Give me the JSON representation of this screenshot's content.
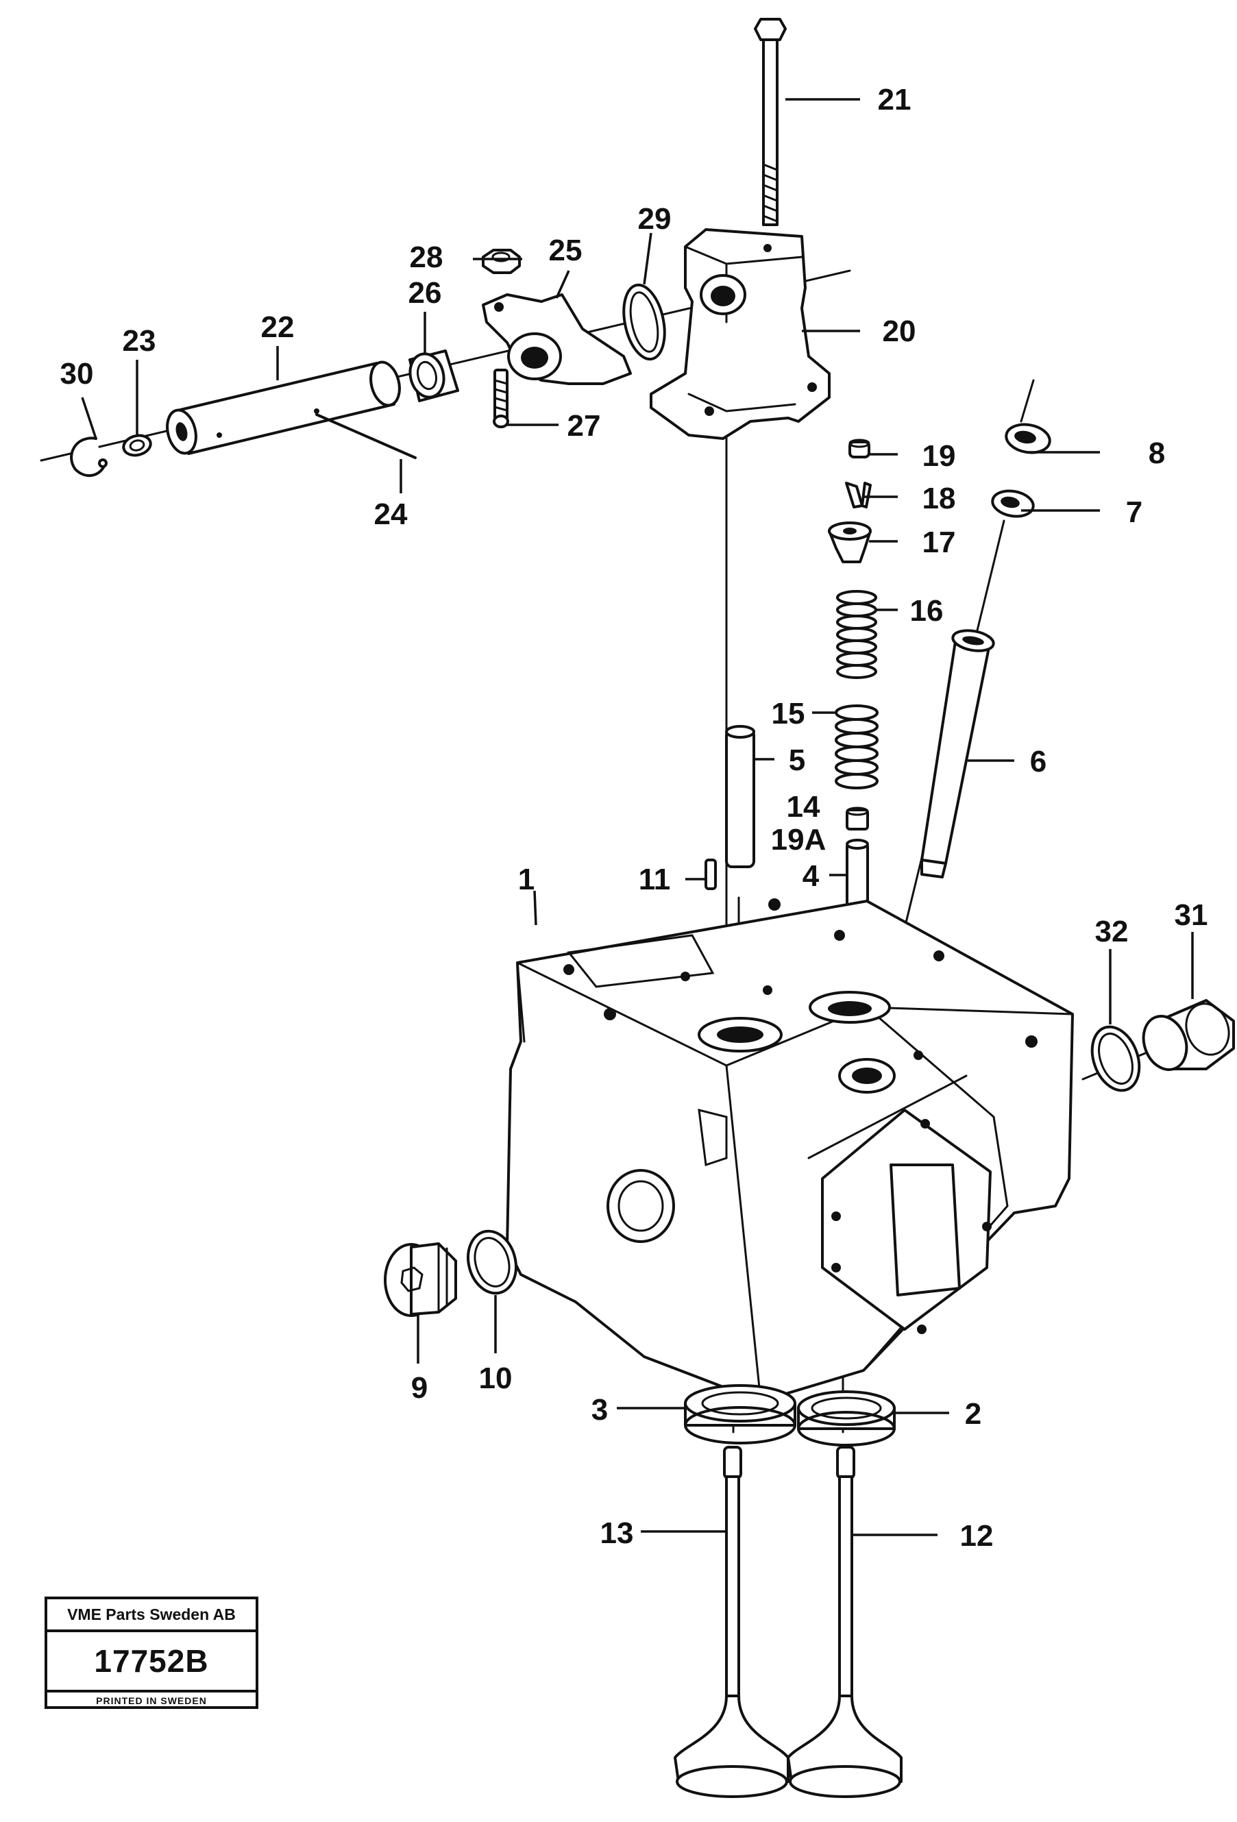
{
  "diagram": {
    "callouts": [
      {
        "id": "1",
        "label": "1"
      },
      {
        "id": "2",
        "label": "2"
      },
      {
        "id": "3",
        "label": "3"
      },
      {
        "id": "4",
        "label": "4"
      },
      {
        "id": "5",
        "label": "5"
      },
      {
        "id": "6",
        "label": "6"
      },
      {
        "id": "7",
        "label": "7"
      },
      {
        "id": "8",
        "label": "8"
      },
      {
        "id": "9",
        "label": "9"
      },
      {
        "id": "10",
        "label": "10"
      },
      {
        "id": "11",
        "label": "11"
      },
      {
        "id": "12",
        "label": "12"
      },
      {
        "id": "13",
        "label": "13"
      },
      {
        "id": "14",
        "label": "14"
      },
      {
        "id": "15",
        "label": "15"
      },
      {
        "id": "16",
        "label": "16"
      },
      {
        "id": "17",
        "label": "17"
      },
      {
        "id": "18",
        "label": "18"
      },
      {
        "id": "19",
        "label": "19"
      },
      {
        "id": "19A",
        "label": "19A"
      },
      {
        "id": "20",
        "label": "20"
      },
      {
        "id": "21",
        "label": "21"
      },
      {
        "id": "22",
        "label": "22"
      },
      {
        "id": "23",
        "label": "23"
      },
      {
        "id": "24",
        "label": "24"
      },
      {
        "id": "25",
        "label": "25"
      },
      {
        "id": "26",
        "label": "26"
      },
      {
        "id": "27",
        "label": "27"
      },
      {
        "id": "28",
        "label": "28"
      },
      {
        "id": "29",
        "label": "29"
      },
      {
        "id": "30",
        "label": "30"
      },
      {
        "id": "31",
        "label": "31"
      },
      {
        "id": "32",
        "label": "32"
      }
    ]
  },
  "stamp": {
    "company": "VME Parts Sweden AB",
    "drawing_number": "17752B",
    "printed": "PRINTED IN SWEDEN"
  }
}
